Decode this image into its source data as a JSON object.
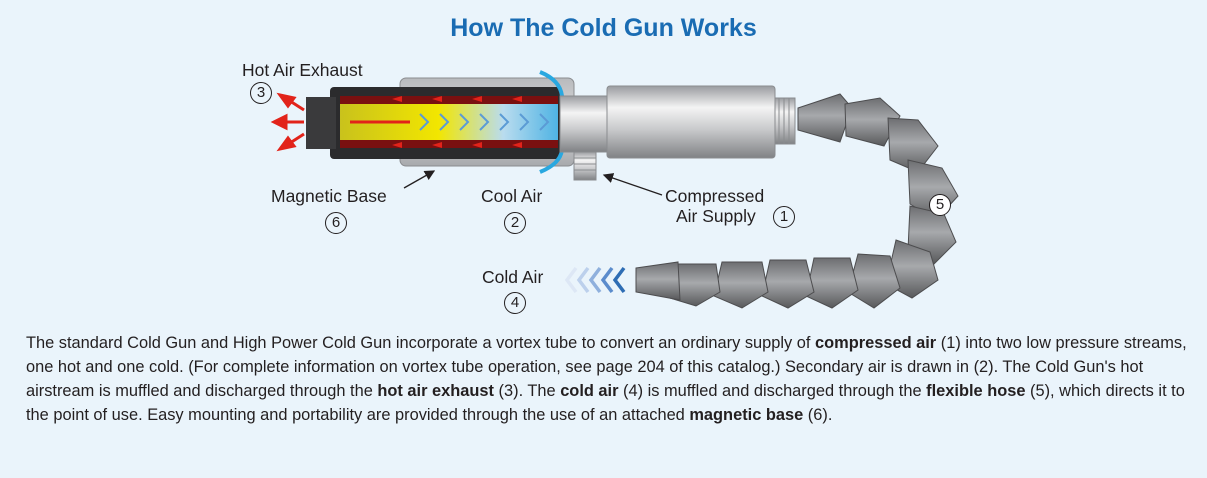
{
  "title": "How The Cold Gun Works",
  "labels": {
    "hot_air_exhaust": "Hot Air Exhaust",
    "magnetic_base": "Magnetic Base",
    "cool_air": "Cool Air",
    "compressed_line1": "Compressed",
    "compressed_line2": "Air Supply",
    "cold_air": "Cold Air"
  },
  "numbers": {
    "compressed_air": "1",
    "cool_air": "2",
    "hot_air_exhaust": "3",
    "cold_air": "4",
    "flexible_hose": "5",
    "magnetic_base": "6"
  },
  "description": {
    "s1": "The standard Cold Gun and High Power Cold Gun incorporate a vortex tube to convert an ordinary supply of ",
    "b1": "compressed air",
    "s2": " (1) into two low pressure streams, one hot and one cold. (For complete information on vortex tube operation, see page 204 of this catalog.) Secondary air is drawn in (2). The Cold Gun's hot airstream is muffled and discharged through the ",
    "b2": "hot air exhaust",
    "s3": " (3). The ",
    "b3": "cold air",
    "s4": " (4) is muffled and discharged through the ",
    "b4": "flexible hose",
    "s5": " (5), which directs it to the point of use. Easy mounting and portability are provided through the use of an attached ",
    "b5": "magnetic base",
    "s6": " (6)."
  },
  "colors": {
    "title": "#1a6cb3",
    "background": "#eaf4fb",
    "hot_arrow": "#e2231a",
    "cool_arc": "#29a8e0",
    "cold_chevron": "#7fa3d6"
  }
}
